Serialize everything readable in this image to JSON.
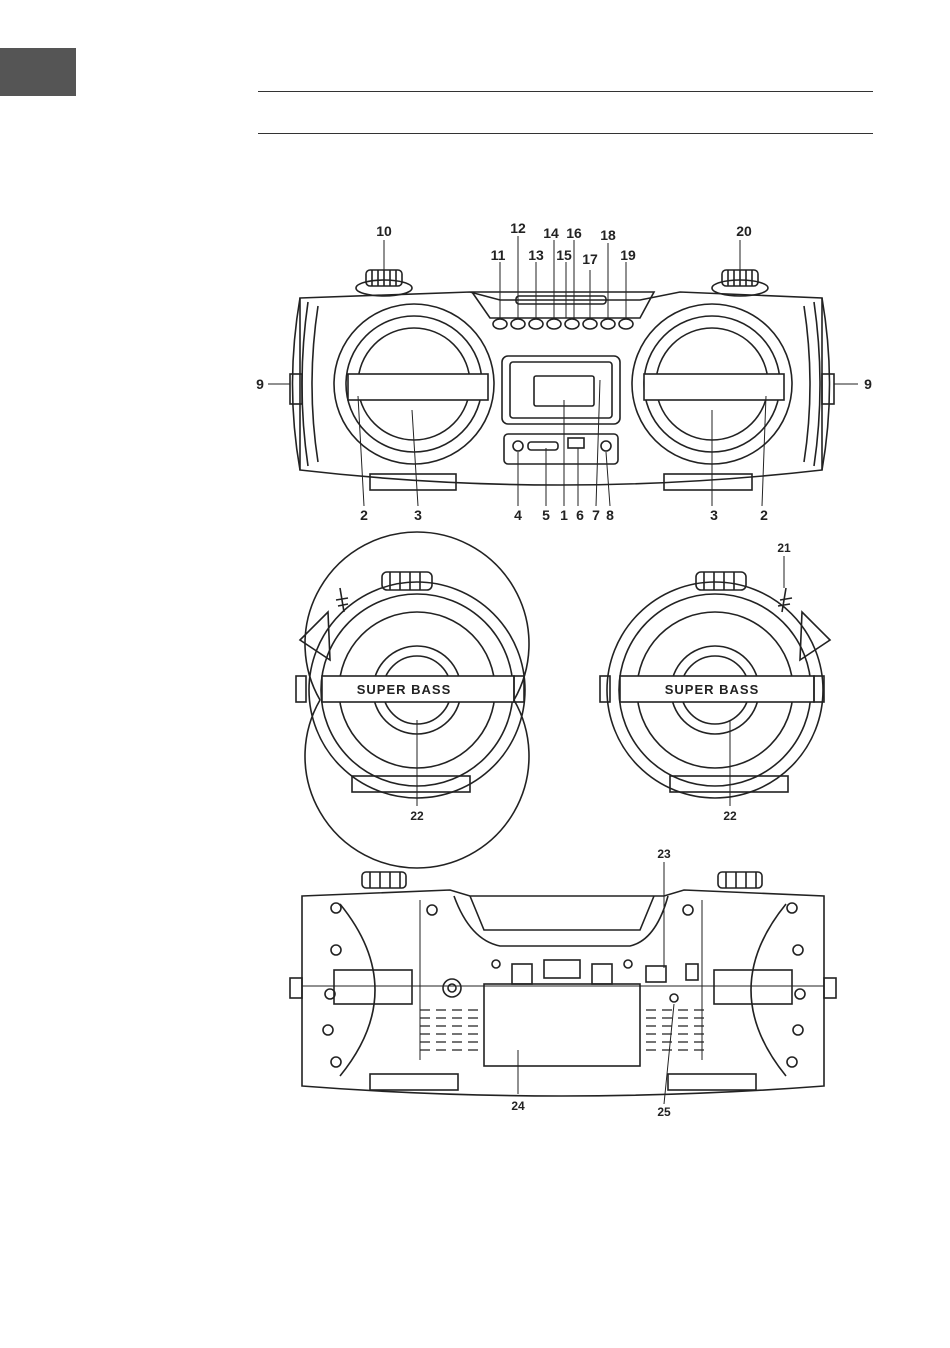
{
  "section_tab": {
    "color": "#555555"
  },
  "figure": {
    "front_view": {
      "callouts": {
        "c10": "10",
        "c12": "12",
        "c14": "14",
        "c16": "16",
        "c18": "18",
        "c20": "20",
        "c11": "11",
        "c13": "13",
        "c15": "15",
        "c17": "17",
        "c19": "19",
        "c9_left": "9",
        "c9_right": "9",
        "c2_left": "2",
        "c3_left": "3",
        "c4": "4",
        "c5": "5",
        "c1": "1",
        "c6": "6",
        "c7": "7",
        "c8": "8",
        "c3_right": "3",
        "c2_right": "2"
      }
    },
    "side_views": {
      "brand_left": "SUPER BASS",
      "brand_right": "SUPER BASS",
      "callouts": {
        "c21": "21",
        "c22_left": "22",
        "c22_right": "22"
      }
    },
    "back_view": {
      "callouts": {
        "c23": "23",
        "c24": "24",
        "c25": "25"
      }
    }
  }
}
